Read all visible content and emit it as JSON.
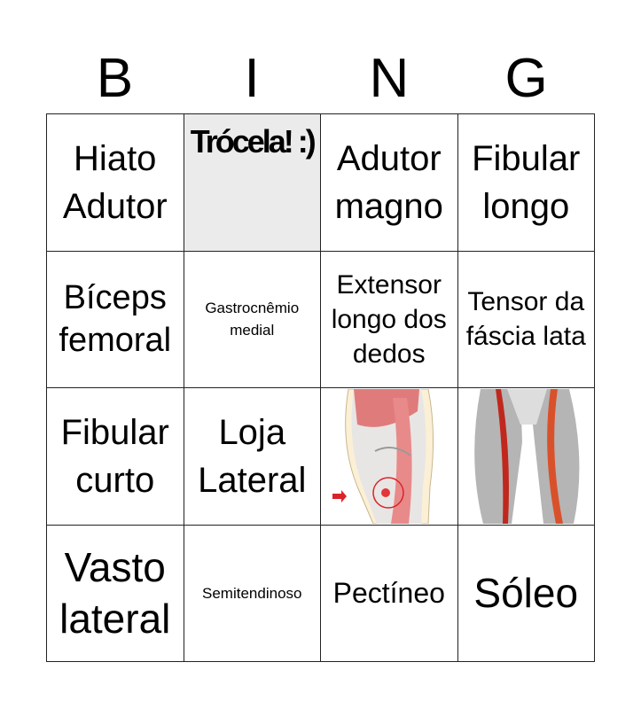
{
  "header": [
    "B",
    "I",
    "N",
    "G"
  ],
  "cells": [
    {
      "text": "Hiato Adutor",
      "size": "s40"
    },
    {
      "text": "Trócela! :)",
      "free": true
    },
    {
      "text": "Adutor magno",
      "size": "s40"
    },
    {
      "text": "Fibular longo",
      "size": "s40"
    },
    {
      "text": "Bíceps femoral",
      "size": "s38"
    },
    {
      "text": "Gastrocnêmio medial",
      "size": "s17"
    },
    {
      "text": "Extensor longo dos dedos",
      "size": "s30"
    },
    {
      "text": "Tensor da fáscia lata",
      "size": "s30"
    },
    {
      "text": "Fibular curto",
      "size": "s40"
    },
    {
      "text": "Loja Lateral",
      "size": "s40"
    },
    {
      "image": "knee-anatomy-illustration"
    },
    {
      "image": "leg-muscles-illustration"
    },
    {
      "text": "Vasto lateral",
      "size": "s45"
    },
    {
      "text": "Semitendinoso",
      "size": "s17"
    },
    {
      "text": "Pectíneo",
      "size": "s32"
    },
    {
      "text": "Sóleo",
      "size": "s45"
    }
  ],
  "colors": {
    "free_bg": "#ecebeb",
    "accent_red": "#d9232a"
  }
}
